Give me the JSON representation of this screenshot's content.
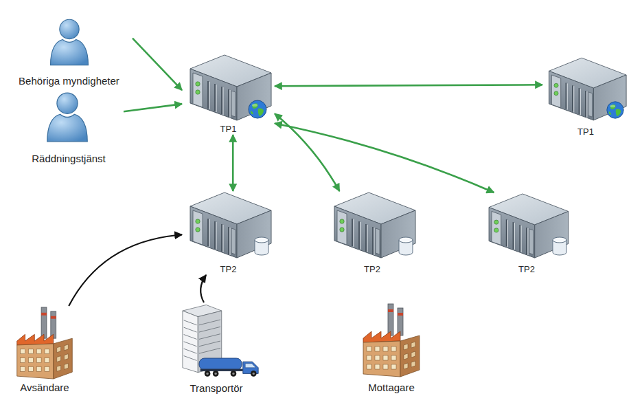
{
  "diagram": {
    "nodes": [
      {
        "text": [
          "Behöriga myndigheter"
        ]
      },
      {
        "text": [
          "TP1"
        ]
      },
      {
        "text": [
          "TP1"
        ]
      },
      {
        "text": [
          "Räddningstjänst"
        ]
      },
      {
        "text": [
          "TP2"
        ]
      },
      {
        "text": [
          "TP2"
        ]
      },
      {
        "text": [
          "TP2"
        ]
      },
      {
        "text": [
          "Avsändare"
        ]
      },
      {
        "text": [
          "Transportör"
        ]
      },
      {
        "text": [
          "Mottagare"
        ]
      }
    ],
    "edges": [
      {
        "from": 0,
        "to": 1,
        "arrow": "to"
      },
      {
        "from": 3,
        "to": 1,
        "arrow": "to"
      },
      {
        "from": 1,
        "to": 2,
        "arrow": "both"
      },
      {
        "from": 1,
        "to": 4,
        "arrow": "both"
      },
      {
        "from": 1,
        "to": 5,
        "arrow": "both"
      },
      {
        "from": 1,
        "to": 6,
        "arrow": "both"
      },
      {
        "from": 7,
        "to": 4,
        "arrow": "to"
      },
      {
        "from": 8,
        "to": 4,
        "arrow": "to"
      }
    ]
  }
}
